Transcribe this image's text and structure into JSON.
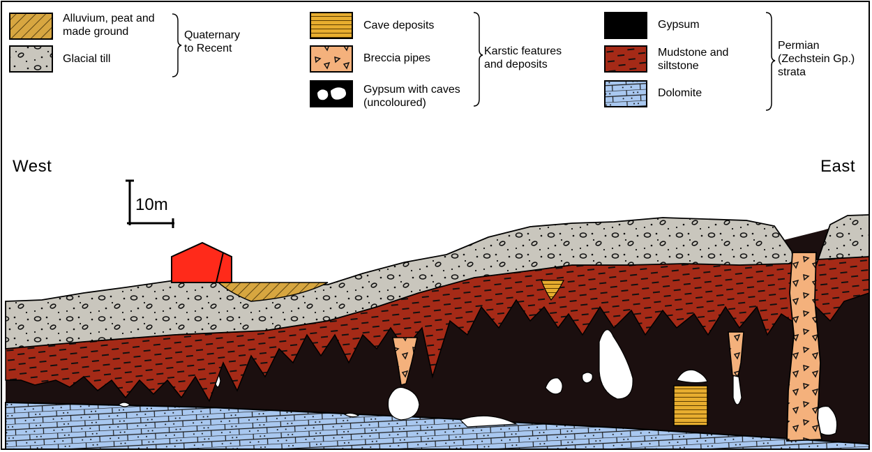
{
  "legend": {
    "alluvium": "Alluvium, peat and\nmade ground",
    "glacial_till": "Glacial till",
    "cave_deposits": "Cave deposits",
    "breccia_pipes": "Breccia pipes",
    "gypsum_caves": "Gypsum with caves\n(uncoloured)",
    "gypsum": "Gypsum",
    "mudstone": "Mudstone and\nsiltstone",
    "dolomite": "Dolomite"
  },
  "groups": {
    "quaternary": "Quaternary\nto Recent",
    "karstic": "Karstic features\nand deposits",
    "permian": "Permian\n(Zechstein Gp.)\nstrata"
  },
  "directions": {
    "west": "West",
    "east": "East"
  },
  "scale_bar": {
    "label": "10m"
  },
  "colors": {
    "alluvium": "#d7a640",
    "glacial_till": "#c9c6bd",
    "cave_deposits": "#e7ad2f",
    "breccia": "#f4b17c",
    "gypsum": "#1b0f0f",
    "mudstone": "#a52a17",
    "dolomite": "#a9c8f0",
    "building": "#ff2a1a"
  }
}
